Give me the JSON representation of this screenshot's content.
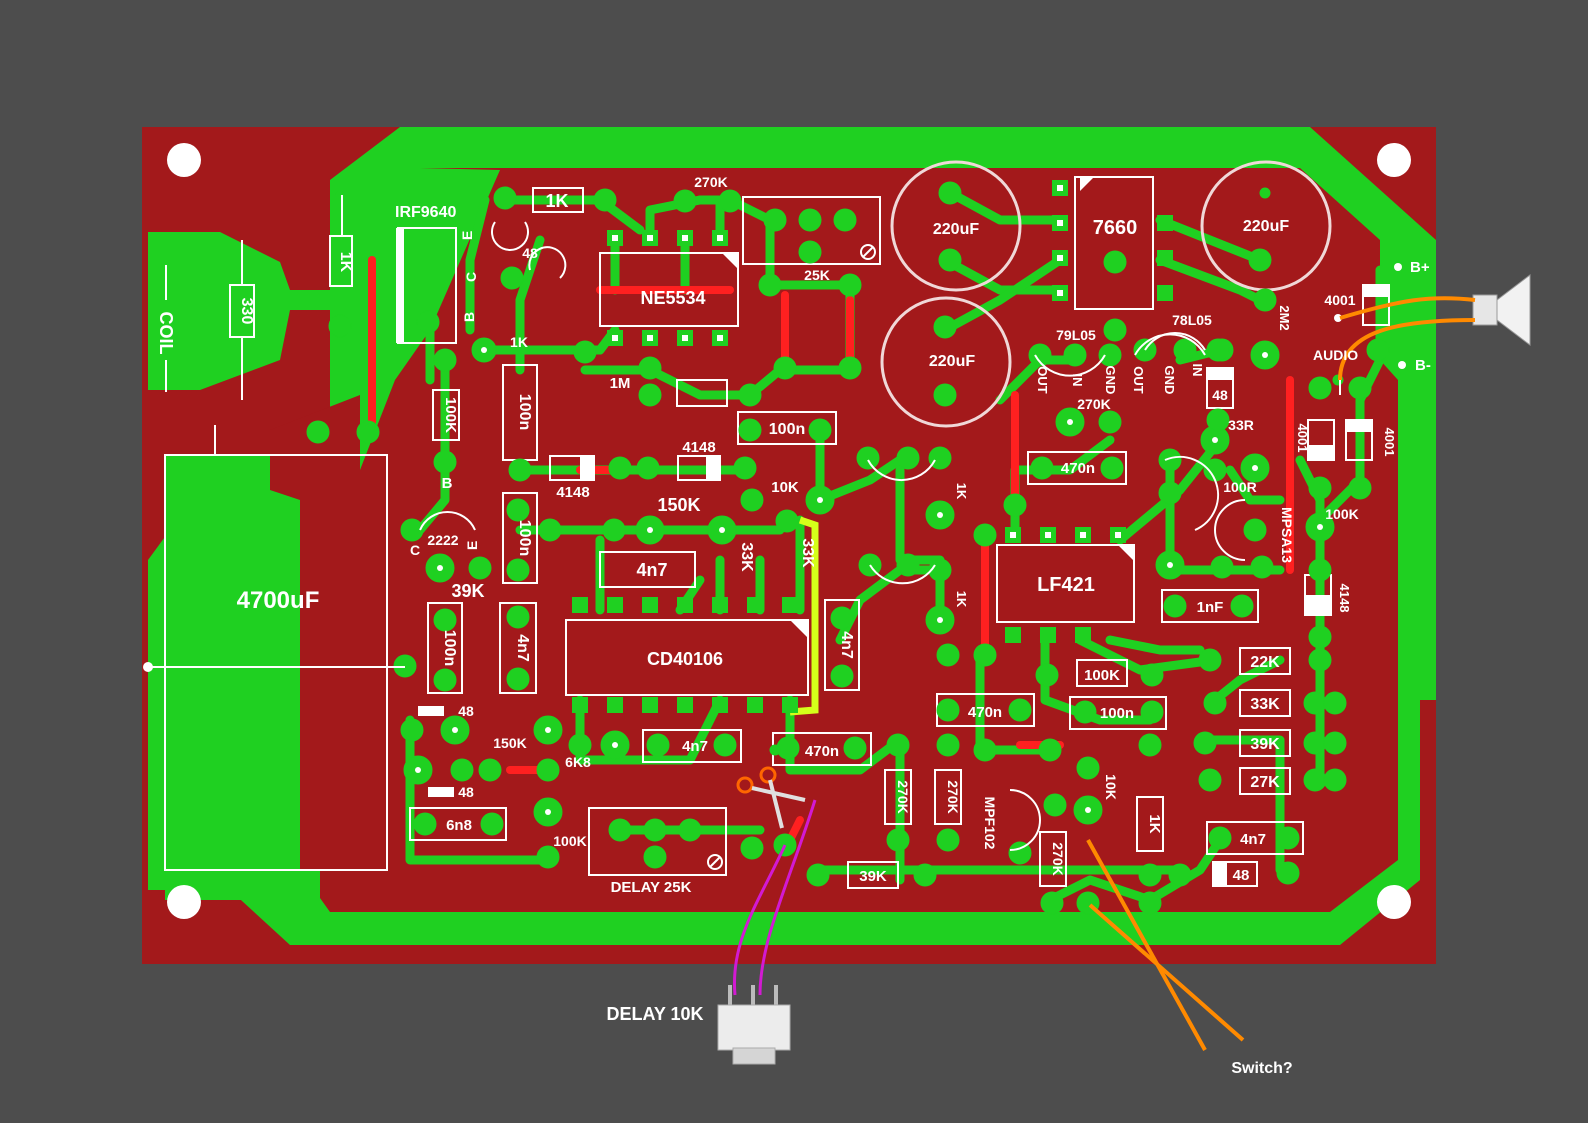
{
  "colors": {
    "background": "#4d4d4d",
    "board": "#a3191b",
    "copper": "#1fd021",
    "jumper": "#ff2020",
    "silk": "#ffffff",
    "yellow_wire": "#d5ff1a",
    "orange_wire": "#ff8a00",
    "magenta_wire": "#d21ad2"
  },
  "icons": {
    "scissors": "scissors-icon",
    "speaker": "speaker-icon",
    "potentiometer": "potentiometer-icon"
  },
  "labels": {
    "coil": "COIL",
    "r_1k_coil": "1K",
    "r_330": "330",
    "irf9640": "IRF9640",
    "irf_e": "E",
    "irf_c": "C",
    "irf_b": "B",
    "r_100k_base": "100K",
    "cap_4700": "4700uF",
    "t2222_b": "B",
    "t2222": "2222",
    "t2222_c": "C",
    "t2222_e": "E",
    "r_39k_left": "39K",
    "c_100n_left": "100n",
    "d48_a": "48",
    "d48_b": "48",
    "c_6n8": "6n8",
    "r_1k_top": "1K",
    "d48_top": "48",
    "r_1k_mid": "1K",
    "c_100n_v1": "100n",
    "c_100n_v2": "100n",
    "c_4n7_v1": "4n7",
    "ne5534": "NE5534",
    "r_270k_top": "270K",
    "pot_25k": "25K",
    "r_1m": "1M",
    "d4148_a": "4148",
    "d4148_b": "4148",
    "c_100n_h": "100n",
    "r_150k_top": "150K",
    "r_10k_top": "10K",
    "c_4n7_h": "4n7",
    "r_33k_a": "33K",
    "r_33k_b": "33K",
    "cd40106": "CD40106",
    "c_4n7_v2": "4n7",
    "r_150k_bot": "150K",
    "r_6k8": "6K8",
    "c_4n7_bot": "4n7",
    "r_100k_bot": "100K",
    "delay_25k": "DELAY 25K",
    "c_470n_bot": "470n",
    "r_39k_bot": "39K",
    "r_270k_v1": "270K",
    "r_270k_v2": "270K",
    "r_270k_v3": "270K",
    "mpf102": "MPF102",
    "r_10k_v": "10K",
    "r_1k_v1": "1K",
    "r_1k_v2": "1K",
    "r_1k_v3": "1K",
    "cap_220_1": "220uF",
    "cap_220_2": "220uF",
    "cap_220_3": "220uF",
    "ic7660": "7660",
    "reg_79l05": "79L05",
    "reg_78l05": "78L05",
    "pin_out_1": "OUT",
    "pin_in_1": "IN",
    "pin_gnd_1": "GND",
    "pin_out_2": "OUT",
    "pin_gnd_2": "GND",
    "pin_in_2": "IN",
    "r_270k_right": "270K",
    "c_470n_right": "470n",
    "lf421": "LF421",
    "r_100k_right": "100K",
    "c_470n_mid": "470n",
    "c_100n_right": "100n",
    "r_2m2": "2M2",
    "d48_right": "48",
    "r_33r": "33R",
    "r_100r": "100R",
    "d4001_a": "4001",
    "d4001_b": "4001",
    "d4001_c": "4001",
    "mpsa13": "MPSA13",
    "r_100k_far": "100K",
    "d4148_right": "4148",
    "c_1nf": "1nF",
    "r_22k": "22K",
    "r_33k_right": "33K",
    "r_39k_right": "39K",
    "r_27k": "27K",
    "c_4n7_right": "4n7",
    "d48_bottom": "48",
    "b_plus": "B+",
    "b_minus": "B-",
    "audio": "AUDIO",
    "delay_10k": "DELAY 10K",
    "switch": "Switch?"
  }
}
